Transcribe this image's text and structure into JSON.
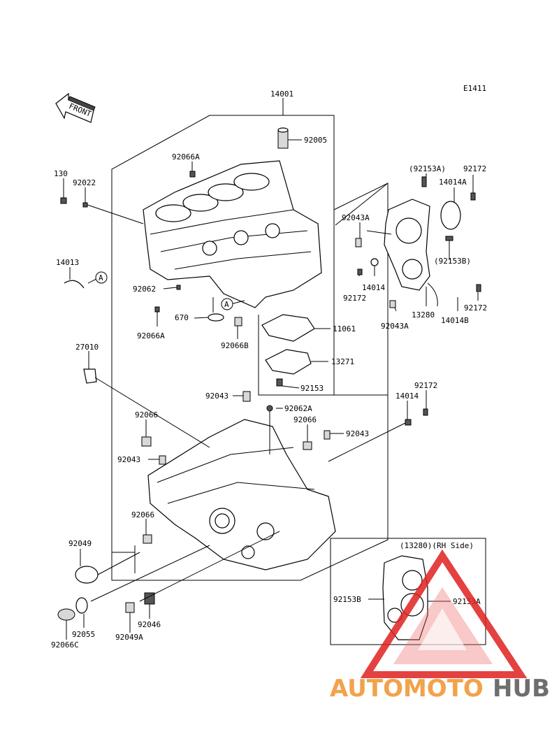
{
  "diagram": {
    "code": "E1411",
    "front_label": "FRONT",
    "ref_marker": "A",
    "inset_title": "(13280)(RH Side)",
    "watermark": {
      "part1": "AUTOMOTO",
      "part2": "HUB",
      "color1": "#f2a24a",
      "color2": "#6e6e6e",
      "triangle": "#e02020"
    },
    "parts": [
      {
        "id": "14001"
      },
      {
        "id": "92005"
      },
      {
        "id": "92066A"
      },
      {
        "id": "130"
      },
      {
        "id": "92022"
      },
      {
        "id": "14013"
      },
      {
        "id": "92062"
      },
      {
        "id": "92066A"
      },
      {
        "id": "670"
      },
      {
        "id": "92066B"
      },
      {
        "id": "27010"
      },
      {
        "id": "92043"
      },
      {
        "id": "92062A"
      },
      {
        "id": "92066"
      },
      {
        "id": "92066"
      },
      {
        "id": "92043"
      },
      {
        "id": "92043"
      },
      {
        "id": "92066"
      },
      {
        "id": "92049"
      },
      {
        "id": "92055"
      },
      {
        "id": "92066C"
      },
      {
        "id": "92049A"
      },
      {
        "id": "92046"
      },
      {
        "id": "(92153A)"
      },
      {
        "id": "92172"
      },
      {
        "id": "14014A"
      },
      {
        "id": "92043A"
      },
      {
        "id": "(92153B)"
      },
      {
        "id": "14014"
      },
      {
        "id": "92172"
      },
      {
        "id": "13280"
      },
      {
        "id": "92043A"
      },
      {
        "id": "14014B"
      },
      {
        "id": "92172"
      },
      {
        "id": "11061"
      },
      {
        "id": "13271"
      },
      {
        "id": "92153"
      },
      {
        "id": "92172"
      },
      {
        "id": "14014"
      },
      {
        "id": "92153B"
      },
      {
        "id": "92153A"
      }
    ]
  }
}
